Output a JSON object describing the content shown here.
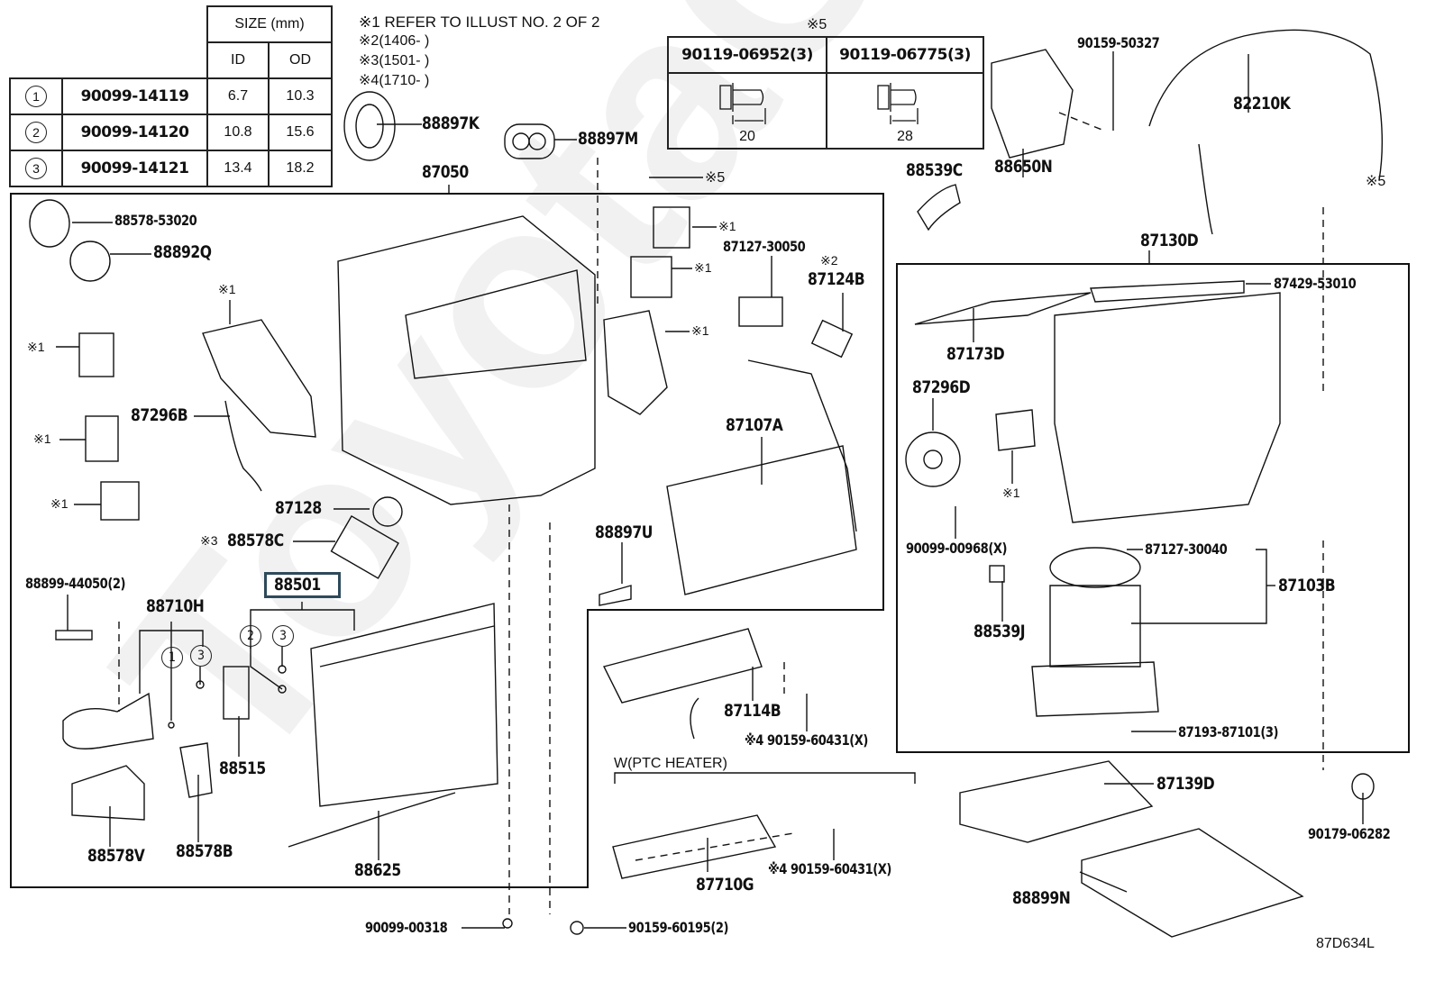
{
  "diagram": {
    "code": "87D634L",
    "watermark": "ToyotaCarMine.ru",
    "notes": [
      {
        "mark": "※1",
        "text": "REFER TO ILLUST NO. 2 OF 2"
      },
      {
        "mark": "※2",
        "text": "(1406-      )"
      },
      {
        "mark": "※3",
        "text": "(1501-      )"
      },
      {
        "mark": "※4",
        "text": "(1710-      )"
      }
    ],
    "highlighted_part": "88501"
  },
  "size_table": {
    "header": "SIZE (mm)",
    "col_id": "ID",
    "col_od": "OD",
    "rows": [
      {
        "ref": "1",
        "part": "90099-14119",
        "id": "6.7",
        "od": "10.3"
      },
      {
        "ref": "2",
        "part": "90099-14120",
        "id": "10.8",
        "od": "15.6"
      },
      {
        "ref": "3",
        "part": "90099-14121",
        "id": "13.4",
        "od": "18.2"
      }
    ]
  },
  "bolt_table": {
    "mark": "※5",
    "cols": [
      {
        "part": "90119-06952(3)",
        "length": "20"
      },
      {
        "part": "90119-06775(3)",
        "length": "28"
      }
    ]
  },
  "labels": {
    "p88897K": "88897K",
    "p88897M": "88897M",
    "p87050": "87050",
    "star5a": "※5",
    "p88539C": "88539C",
    "p88650N": "88650N",
    "p90159_50327": "90159-50327",
    "p82210K": "82210K",
    "star5b": "※5",
    "p87130D": "87130D",
    "p88578_53020": "88578-53020",
    "p88892Q": "88892Q",
    "star1a": "※1",
    "star1b": "※1",
    "star1c": "※1",
    "star1d": "※1",
    "p87296B": "87296B",
    "star1e": "※1",
    "star1f": "※1",
    "star1g": "※1",
    "p87127_30050": "87127-30050",
    "star2": "※2",
    "p87124B": "87124B",
    "p87107A": "87107A",
    "p87128": "87128",
    "star3": "※3",
    "p88578C": "88578C",
    "p88897U": "88897U",
    "p88899_44050": "88899-44050(2)",
    "p88710H": "88710H",
    "p88501": "88501",
    "p88515": "88515",
    "p88578V": "88578V",
    "p88578B": "88578B",
    "p88625": "88625",
    "p87114B": "87114B",
    "p90159_60431a": "※4 90159-60431(X)",
    "ptc": "W(PTC HEATER)",
    "p87710G": "87710G",
    "p90159_60431b": "※4 90159-60431(X)",
    "p90099_00318": "90099-00318",
    "p90159_60195": "90159-60195(2)",
    "p87429_53010": "87429-53010",
    "p87173D": "87173D",
    "p87296D": "87296D",
    "star1h": "※1",
    "p90099_00968": "90099-00968(X)",
    "p87127_30040": "87127-30040",
    "p87103B": "87103B",
    "p88539J": "88539J",
    "p87193_87101": "87193-87101(3)",
    "p87139D": "87139D",
    "p88899N": "88899N",
    "p90179_06282": "90179-06282",
    "c1": "1",
    "c3a": "3",
    "c2": "2",
    "c3b": "3"
  }
}
